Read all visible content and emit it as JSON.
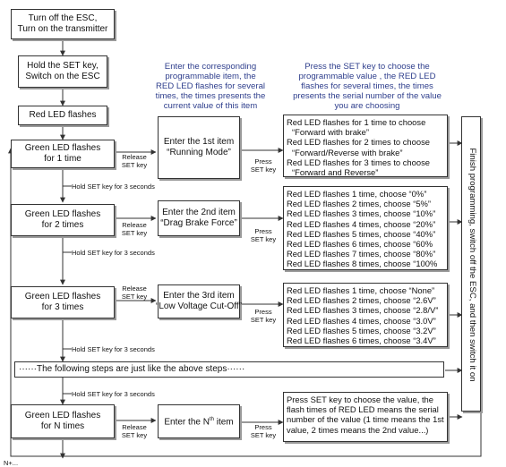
{
  "flow": {
    "step_turn_off": [
      "Turn off the ESC,",
      "Turn on the transmitter"
    ],
    "step_hold_set": [
      "Hold the SET key,",
      "Switch on the ESC"
    ],
    "step_red_led": "Red LED flashes",
    "green_1": [
      "Green LED flashes",
      "for 1 time"
    ],
    "green_2": [
      "Green LED flashes",
      "for 2 times"
    ],
    "green_3": [
      "Green LED flashes",
      "for 3 times"
    ],
    "green_n": [
      "Green LED flashes",
      "for N times"
    ],
    "item_1": [
      "Enter the 1st item",
      "“Running Mode”"
    ],
    "item_2": [
      "Enter the 2nd item",
      "“Drag Brake Force”"
    ],
    "item_3": [
      "Enter the 3rd item",
      "“Low Voltage Cut-Off”"
    ],
    "item_n_prefix": "Enter the N",
    "item_n_sup": "th",
    "item_n_suffix": " item",
    "release_set_key": [
      "Release",
      "SET key"
    ],
    "press_set_key": [
      "Press",
      "SET key"
    ],
    "hold_3s": "Hold SET key for 3 seconds",
    "following_steps": "······The following steps are just like the above steps······",
    "finish": "Finish programming, switch off the ESC, and then switch it on",
    "bottom_label": "N+..."
  },
  "header_enter": [
    "Enter the corresponding",
    "programmable item, the",
    "RED LED flashes for several",
    "times, the times presents the",
    "current value of this item"
  ],
  "header_press": [
    "Press the SET key to choose the",
    "programmable value , the RED LED",
    "flashes for several times, the times",
    "presents the serial number of the  value",
    "you are choosing"
  ],
  "options_1": [
    "Red LED flashes for 1 time to choose",
    "“Forward with brake”",
    "Red LED flashes for 2 times to  choose",
    "“Forward/Reverse with brake”",
    "Red LED flashes for 3 times to  choose",
    "“Forward and Reverse”"
  ],
  "options_2": [
    "Red LED flashes 1 time, choose “0%”",
    "Red LED flashes 2 times, choose “5%”",
    "Red LED flashes 3 times, choose “10%”",
    "Red LED flashes 4 times, choose “20%”",
    "Red LED flashes 5 times, choose “40%”",
    "Red LED flashes 6 times, choose “60%",
    "Red LED flashes 7 times, choose “80%”",
    "Red LED flashes 8 times, choose “100%"
  ],
  "options_3": [
    "Red LED flashes 1 time, choose “None”",
    "Red LED flashes 2 times, choose “2.6V”",
    "Red LED flashes 3 times, choose “2.8/V”",
    "Red LED flashes 4 times, choose “3.0V”",
    "Red LED flashes 5 times, choose “3.2V”",
    "Red LED flashes 6 times, choose “3.4V”"
  ],
  "options_n": [
    "Press SET key to choose the value, the",
    "flash times of RED LED means the serial",
    "number of the value (1 time means the 1st",
    "value, 2 times means the 2nd value...)"
  ],
  "colors": {
    "header_text": "#2e3e8c",
    "line": "#333333"
  }
}
